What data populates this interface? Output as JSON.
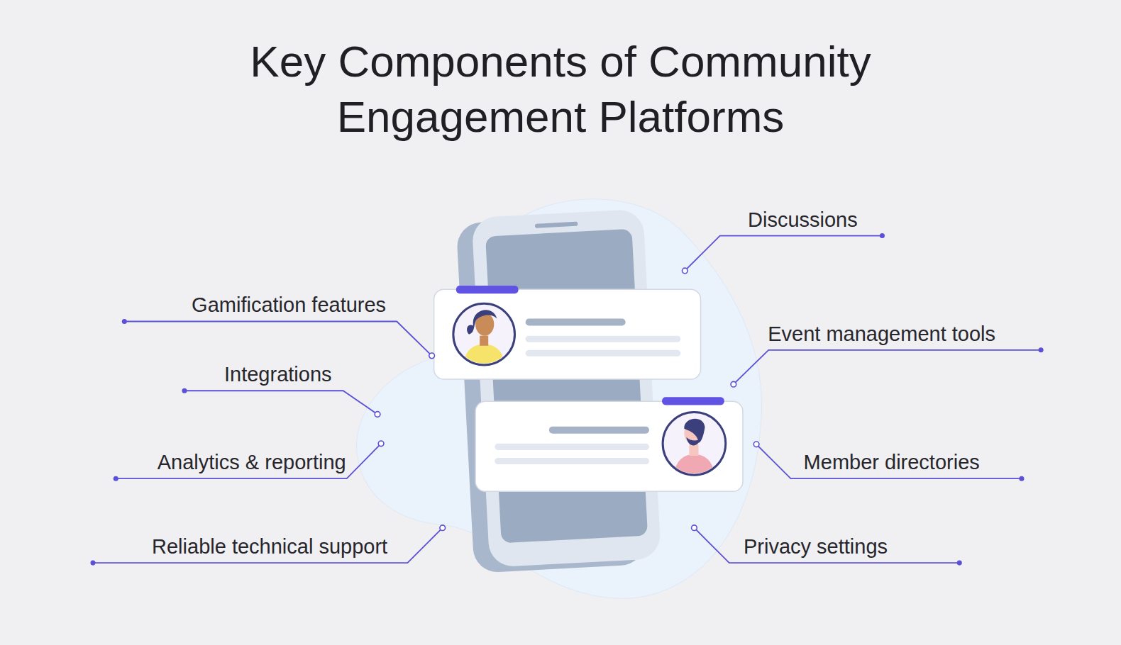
{
  "diagram": {
    "title": "Key Components of Community Engagement Platforms",
    "labels": [
      "Discussions",
      "Gamification features",
      "Event management tools",
      "Integrations",
      "Analytics & reporting",
      "Member directories",
      "Reliable technical support",
      "Privacy settings"
    ]
  }
}
